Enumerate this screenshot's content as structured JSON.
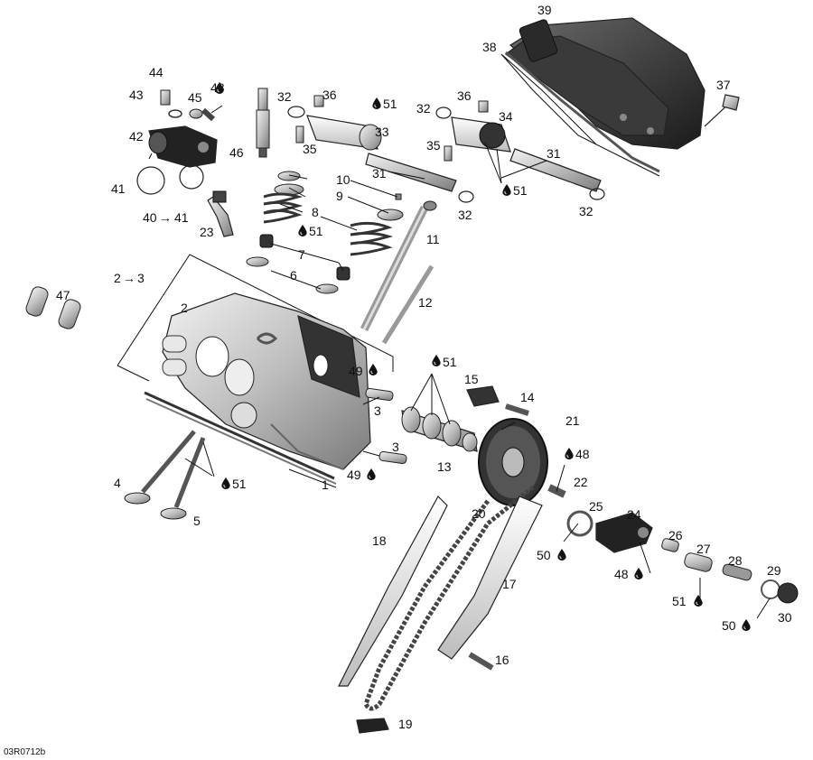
{
  "diagram_code": "03R0712b",
  "oil_drop_glyph": "oil-drop-icon",
  "arrow_glyph": "→",
  "labels": {
    "l1": "1",
    "l2": "2",
    "l2to3": "2",
    "l2to3b": "3",
    "l3a": "3",
    "l3b": "3",
    "l4": "4",
    "l5": "5",
    "l6": "6",
    "l7": "7",
    "l8": "8",
    "l9": "9",
    "l10": "10",
    "l11": "11",
    "l12": "12",
    "l13": "13",
    "l14": "14",
    "l15": "15",
    "l16": "16",
    "l17": "17",
    "l18": "18",
    "l19": "19",
    "l20": "20",
    "l21": "21",
    "l22": "22",
    "l23": "23",
    "l24": "24",
    "l25": "25",
    "l26": "26",
    "l27": "27",
    "l28": "28",
    "l29": "29",
    "l30": "30",
    "l31a": "31",
    "l31b": "31",
    "l32a": "32",
    "l32b": "32",
    "l32c": "32",
    "l32d": "32",
    "l33": "33",
    "l34": "34",
    "l35a": "35",
    "l35b": "35",
    "l36a": "36",
    "l36b": "36",
    "l37": "37",
    "l38": "38",
    "l39": "39",
    "l40": "40",
    "l40b": "41",
    "l41": "41",
    "l42": "42",
    "l43": "43",
    "l44": "44",
    "l45": "45",
    "l46": "46",
    "l47": "47",
    "l48a": "48",
    "l48b": "48",
    "l48c": "48",
    "l49a": "49",
    "l49b": "49",
    "l50a": "50",
    "l50b": "50",
    "l51a": "51",
    "l51b": "51",
    "l51c": "51",
    "l51d": "51",
    "l51e": "51",
    "l51f": "51"
  }
}
